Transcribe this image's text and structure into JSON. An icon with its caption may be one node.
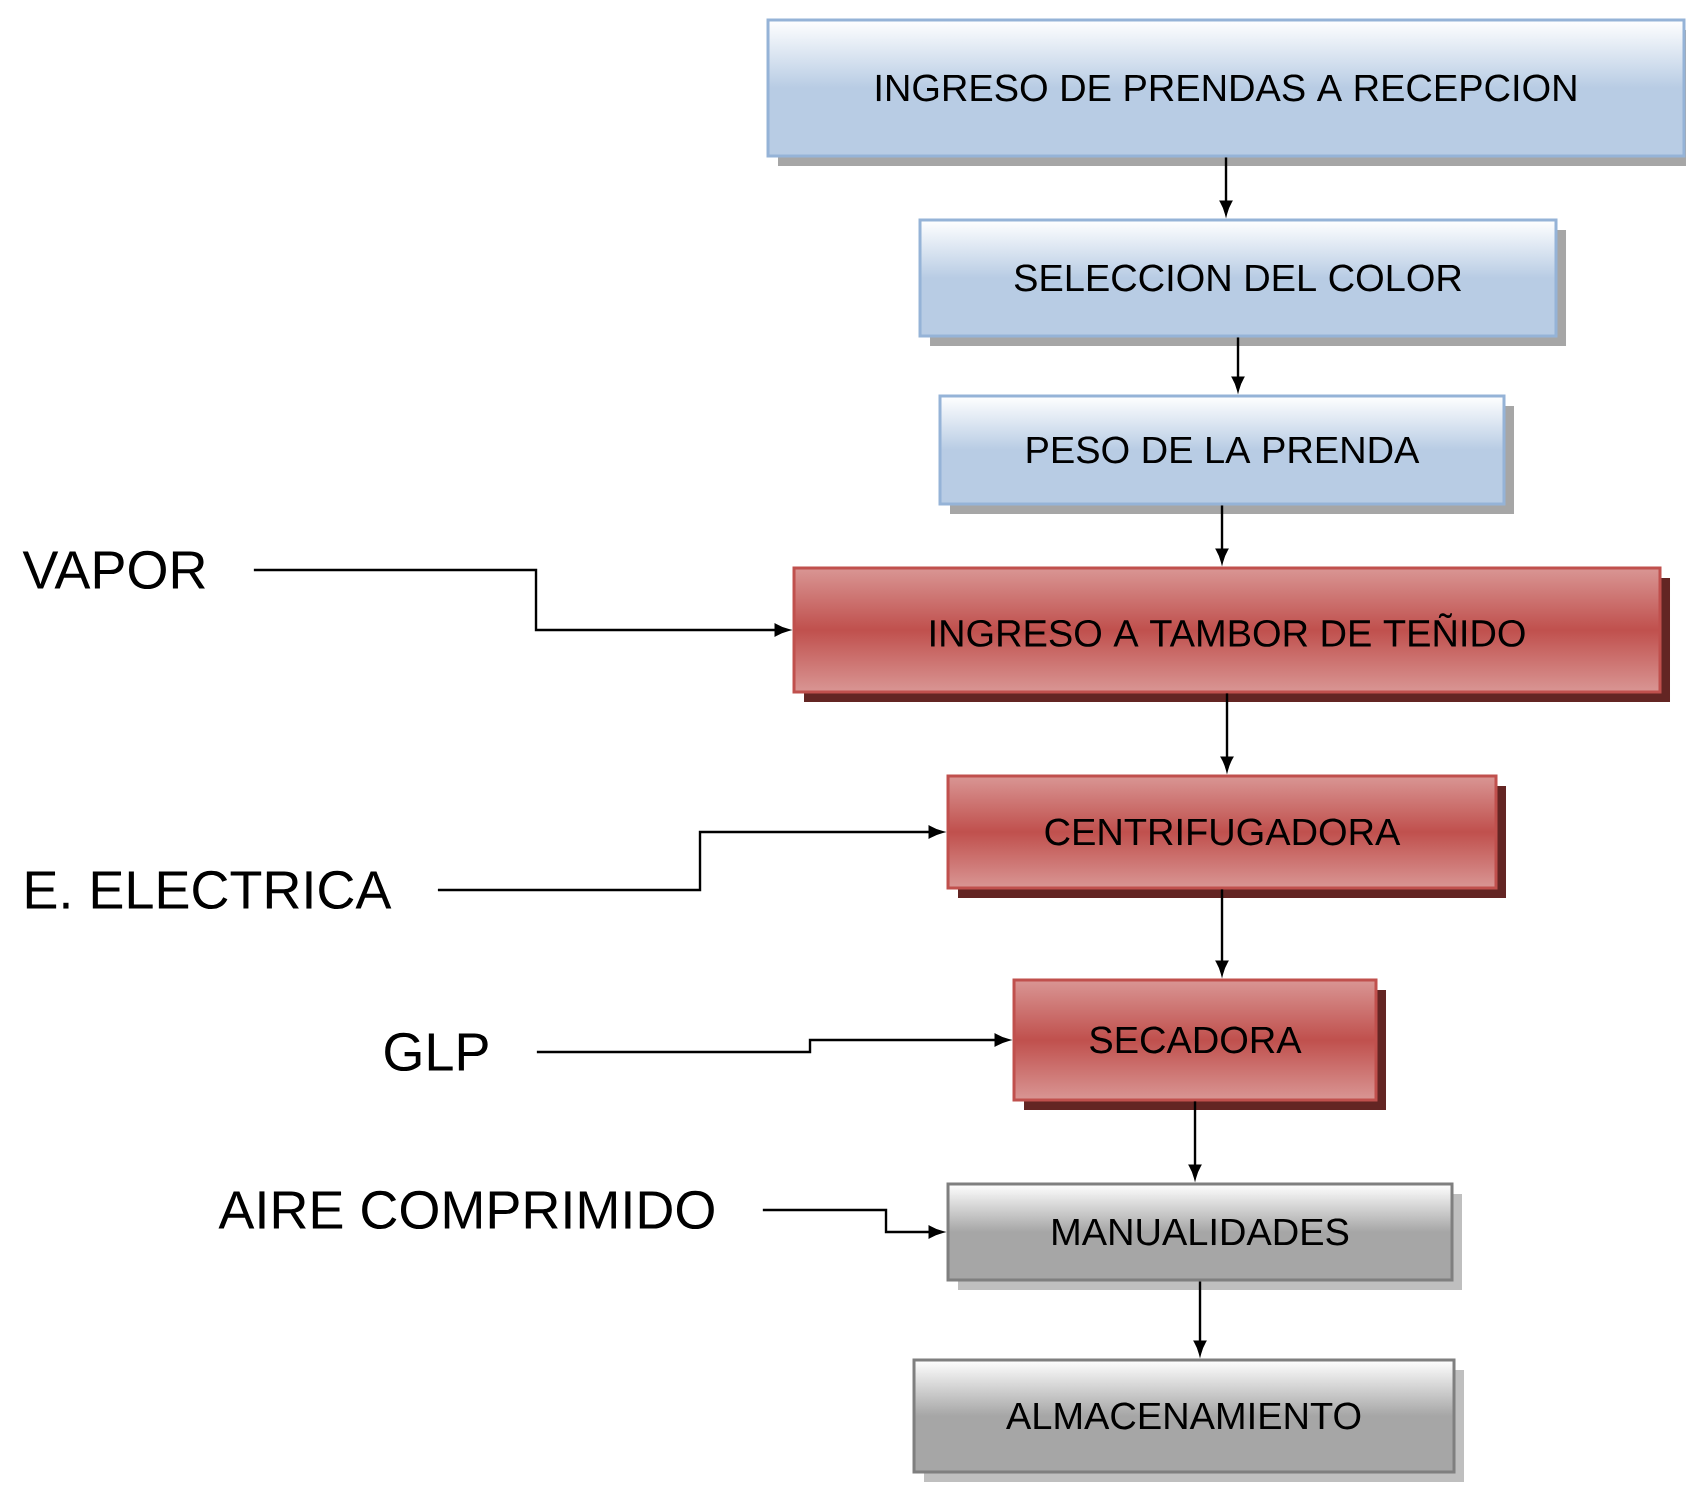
{
  "diagram": {
    "nodes": [
      {
        "text": [
          "INGRESO DE PRENDAS A RECEPCION"
        ]
      },
      {
        "text": [
          "SELECCION DEL COLOR"
        ]
      },
      {
        "text": [
          "PESO DE LA PRENDA"
        ]
      },
      {
        "text": [
          "INGRESO A TAMBOR DE TEÑIDO"
        ]
      },
      {
        "text": [
          "CENTRIFUGADORA"
        ]
      },
      {
        "text": [
          "SECADORA"
        ]
      },
      {
        "text": [
          "MANUALIDADES"
        ]
      },
      {
        "text": [
          "ALMACENAMIENTO"
        ]
      },
      {
        "text": [
          "VAPOR"
        ]
      },
      {
        "text": [
          "E. ELECTRICA"
        ]
      },
      {
        "text": [
          "GLP"
        ]
      },
      {
        "text": [
          "AIRE COMPRIMIDO"
        ]
      }
    ],
    "edges": [
      {
        "from": 0,
        "to": 1,
        "arrow": "to"
      },
      {
        "from": 1,
        "to": 2,
        "arrow": "to"
      },
      {
        "from": 2,
        "to": 3,
        "arrow": "to"
      },
      {
        "from": 3,
        "to": 4,
        "arrow": "to"
      },
      {
        "from": 4,
        "to": 5,
        "arrow": "to"
      },
      {
        "from": 5,
        "to": 6,
        "arrow": "to"
      },
      {
        "from": 6,
        "to": 7,
        "arrow": "to"
      },
      {
        "from": 8,
        "to": 3,
        "arrow": "to"
      },
      {
        "from": 9,
        "to": 4,
        "arrow": "to"
      },
      {
        "from": 10,
        "to": 5,
        "arrow": "to"
      },
      {
        "from": 11,
        "to": 6,
        "arrow": "to"
      }
    ]
  }
}
